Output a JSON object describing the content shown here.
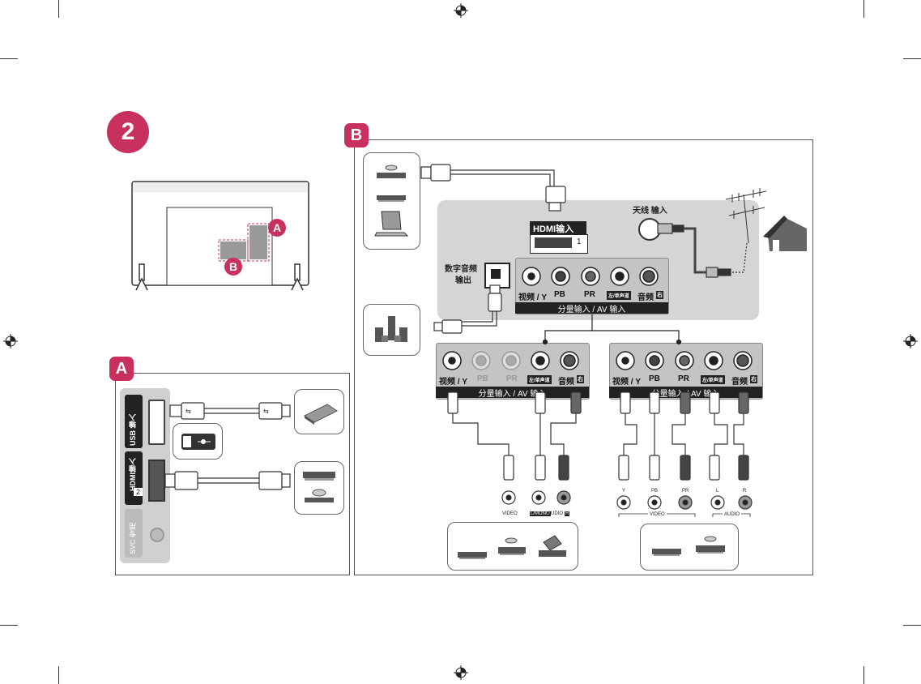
{
  "step_number": "2",
  "tv_markers": {
    "a": "A",
    "b": "B"
  },
  "panel_a": {
    "badge": "A",
    "usb_label": "USB 输入",
    "hdmi_label": "HDMI输入",
    "hdmi_number": "2",
    "svc_label": "SVC 专用"
  },
  "panel_b": {
    "badge": "B",
    "hdmi_label": "HDMI输入",
    "hdmi_number": "1",
    "antenna_label": "天线 输入",
    "optical_label_line1": "数字音频",
    "optical_label_line2": "输出",
    "main_ports": [
      "视频 / Y",
      "PB",
      "PR",
      "左/单声道",
      "音频",
      "右"
    ],
    "main_bar": "分量输入 / AV 输入",
    "left_group": {
      "ports": [
        "视频 / Y",
        "PB",
        "PR",
        "左/单声道",
        "音频",
        "右"
      ],
      "bar": "分量输入 / AV 输入",
      "jack_labels": {
        "video": "VIDEO",
        "lmono": "L/MONO",
        "audio": "AUDIO",
        "r": "R"
      }
    },
    "right_group": {
      "ports": [
        "视频 / Y",
        "PB",
        "PR",
        "左/单声道",
        "音频",
        "右"
      ],
      "bar": "分量输入 / AV 输入",
      "jack_labels": {
        "y": "Y",
        "pb": "PB",
        "pr": "PR",
        "l": "L",
        "r": "R",
        "video": "VIDEO",
        "audio": "AUDIO"
      }
    }
  },
  "colors": {
    "accent": "#c8315e",
    "panel_gray": "#d5d5d5",
    "dark": "#222222"
  }
}
